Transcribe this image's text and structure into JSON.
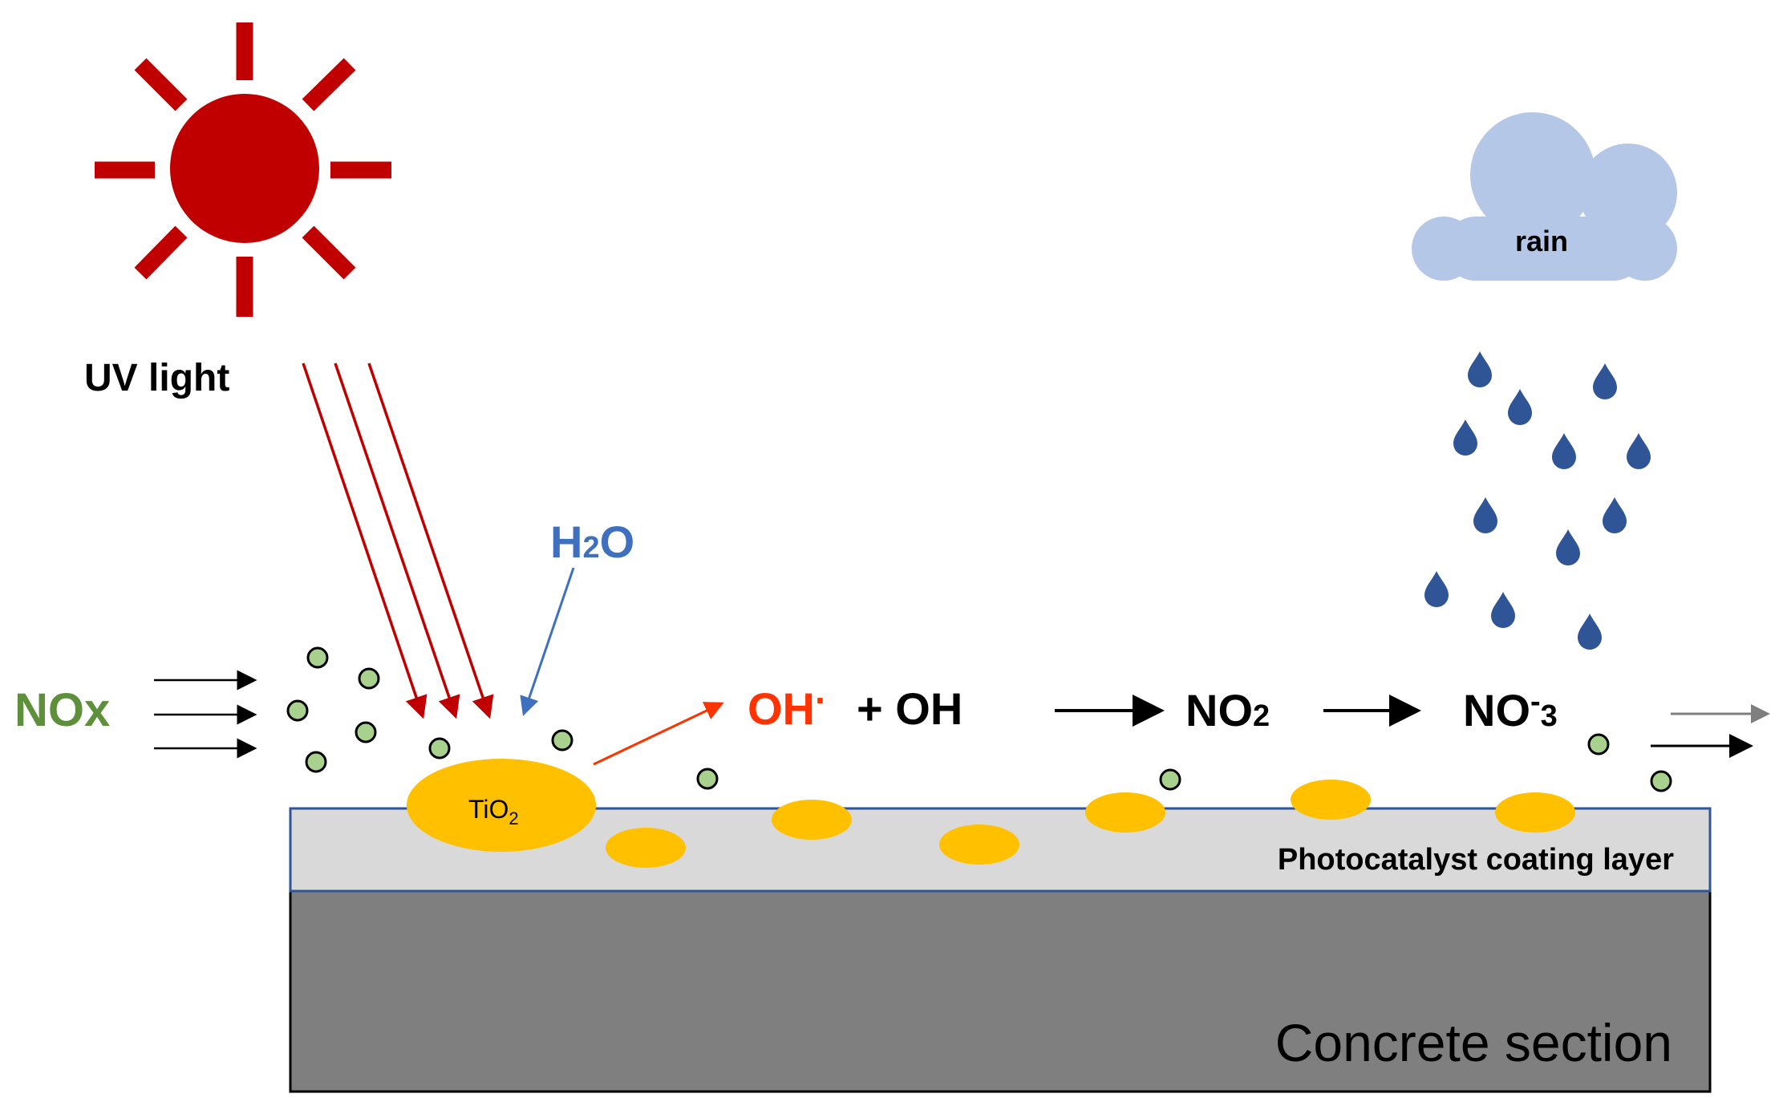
{
  "labels": {
    "uv_light": "UV light",
    "rain": "rain",
    "h2o_main": "H",
    "h2o_sub": "2",
    "h2o_end": "O",
    "nox": "NOx",
    "tio2_main": "TiO",
    "tio2_sub": "2",
    "oh_radical": "OH",
    "oh_radical_dot": "·",
    "plus_oh": "+ OH",
    "no2_main": "NO",
    "no2_sub": "2",
    "no3_main": "NO",
    "no3_sup": "-",
    "no3_sub": "3",
    "coating_layer": "Photocatalyst coating layer",
    "concrete_section": "Concrete section"
  },
  "colors": {
    "sun": "#c00000",
    "uv_rays": "#c00000",
    "h2o": "#3f6fbf",
    "nox": "#5e8f3a",
    "particle_fill": "#a9d18e",
    "tio2": "#ffc000",
    "oh_radical": "#ff3300",
    "cloud": "#b4c7e7",
    "raindrop": "#2f5597",
    "coating_fill": "#d9d9d9",
    "coating_border": "#2f5597",
    "concrete": "#7f7f7f"
  },
  "icons": {
    "sun": "sun-icon",
    "cloud": "cloud-icon",
    "raindrop": "raindrop-icon"
  }
}
